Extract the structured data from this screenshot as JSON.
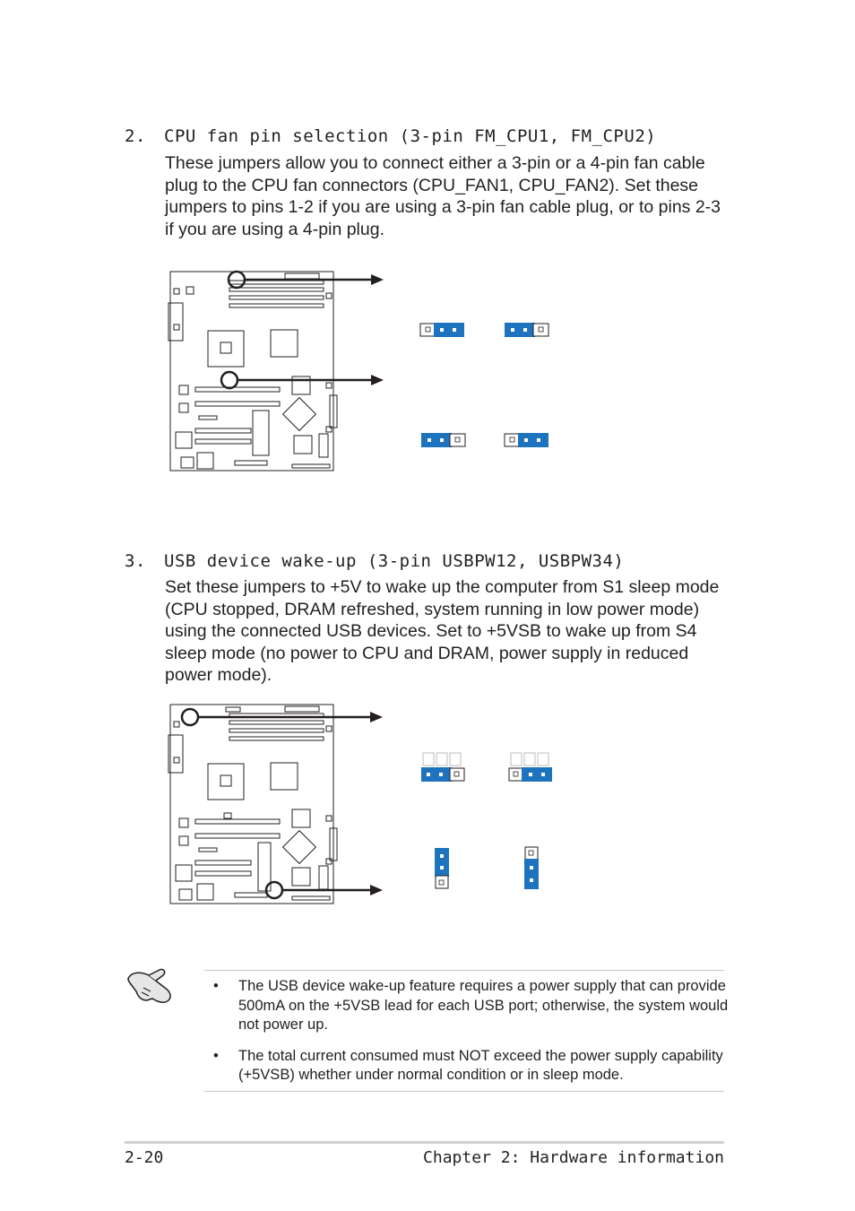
{
  "section2": {
    "number": "2.",
    "heading": "CPU fan pin selection (3-pin FM_CPU1, FM_CPU2)",
    "body": "These jumpers allow you to connect either a 3-pin or a 4-pin fan cable plug to the CPU fan connectors (CPU_FAN1, CPU_FAN2). Set these jumpers to pins 1-2 if you are using a 3-pin fan cable plug, or to pins 2-3 if you are using a 4-pin plug."
  },
  "section3": {
    "number": "3.",
    "heading": "USB device wake-up (3-pin USBPW12, USBPW34)",
    "body": "Set these jumpers to +5V to wake up the computer from S1 sleep mode (CPU stopped, DRAM refreshed, system running in low power mode) using the connected USB devices. Set to +5VSB to wake up from S4 sleep mode (no power to CPU and DRAM, power supply in reduced power mode)."
  },
  "note": {
    "icon": "hand-pointer-icon",
    "items": [
      "The USB device wake-up feature requires a power supply that can provide 500mA on the +5VSB lead for each USB port; otherwise, the system would not power up.",
      "The total current consumed must NOT exceed the power supply capability (+5VSB) whether under normal condition or in sleep mode."
    ],
    "bullet": "•"
  },
  "footer": {
    "page_number": "2-20",
    "chapter": "Chapter 2: Hardware information"
  },
  "colors": {
    "jumper_cap": "#1e73be",
    "text": "#231f20",
    "rule": "#c8c8c8"
  }
}
